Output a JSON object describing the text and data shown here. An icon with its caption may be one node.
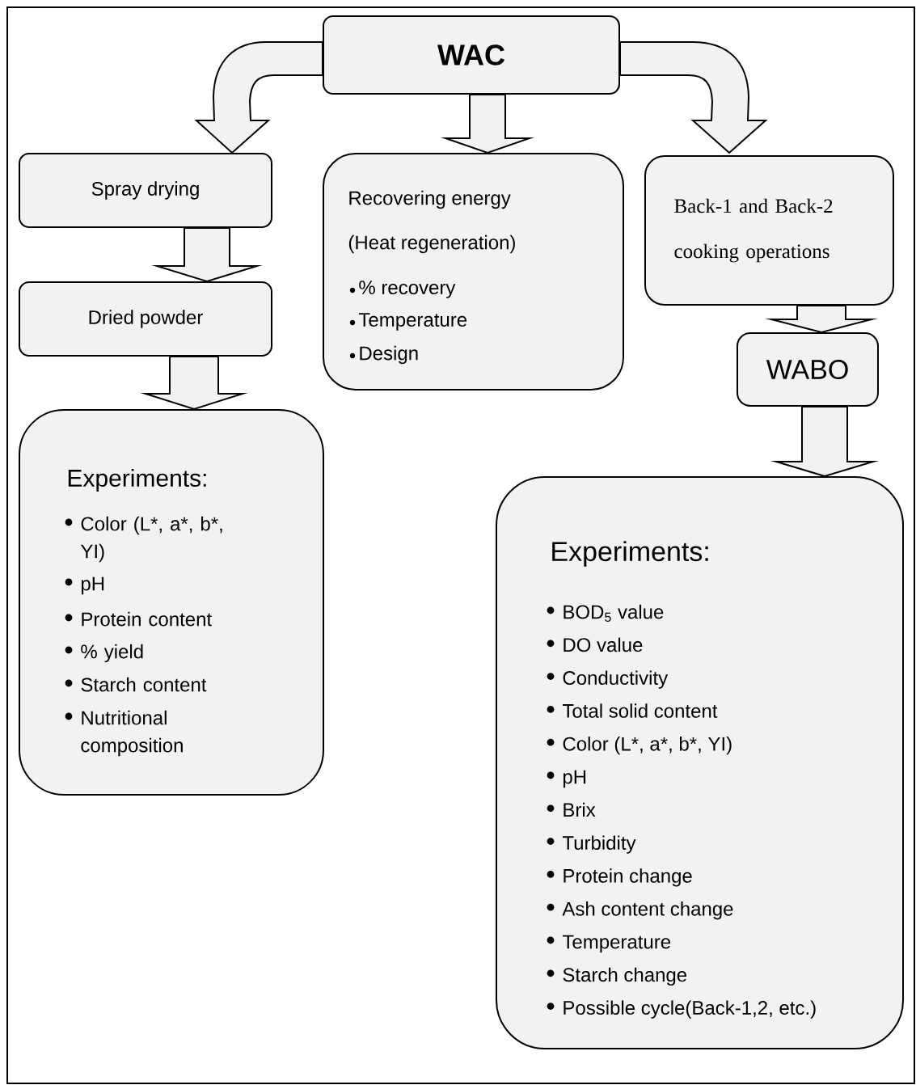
{
  "diagram": {
    "nodes": [
      {
        "text": [
          "WAC"
        ]
      },
      {
        "text": [
          "Spray drying"
        ]
      },
      {
        "text": [
          "Recovering energy",
          "(Heat regeneration)",
          "% recovery",
          "Temperature",
          "Design"
        ]
      },
      {
        "text": [
          "Back-1 and Back-2 cooking operations"
        ]
      },
      {
        "text": [
          "Dried powder"
        ]
      },
      {
        "text": [
          "Experiments:",
          "Color (L*, a*, b*, YI)",
          "pH",
          "Protein content",
          "% yield",
          "Starch content",
          "Nutritional composition"
        ]
      },
      {
        "text": [
          "WABO"
        ]
      },
      {
        "text": [
          "Experiments:",
          "BOD$_{5}$ value",
          "DO value",
          "Conductivity",
          "Total solid content",
          "Color (L*, a*, b*, YI)",
          "pH",
          "Brix",
          "Turbidity",
          "Protein change",
          "Ash  content change",
          "Temperature",
          "Starch change",
          "Possible cycle(Back-1,2, etc.)"
        ]
      }
    ],
    "edges": [
      {
        "from": 0,
        "to": 1,
        "arrow": "to"
      },
      {
        "from": 0,
        "to": 2,
        "arrow": "to"
      },
      {
        "from": 0,
        "to": 3,
        "arrow": "to"
      },
      {
        "from": 1,
        "to": 4,
        "arrow": "to"
      },
      {
        "from": 4,
        "to": 5,
        "arrow": "to"
      },
      {
        "from": 3,
        "to": 6,
        "arrow": "to"
      },
      {
        "from": 6,
        "to": 7,
        "arrow": "to"
      }
    ]
  }
}
